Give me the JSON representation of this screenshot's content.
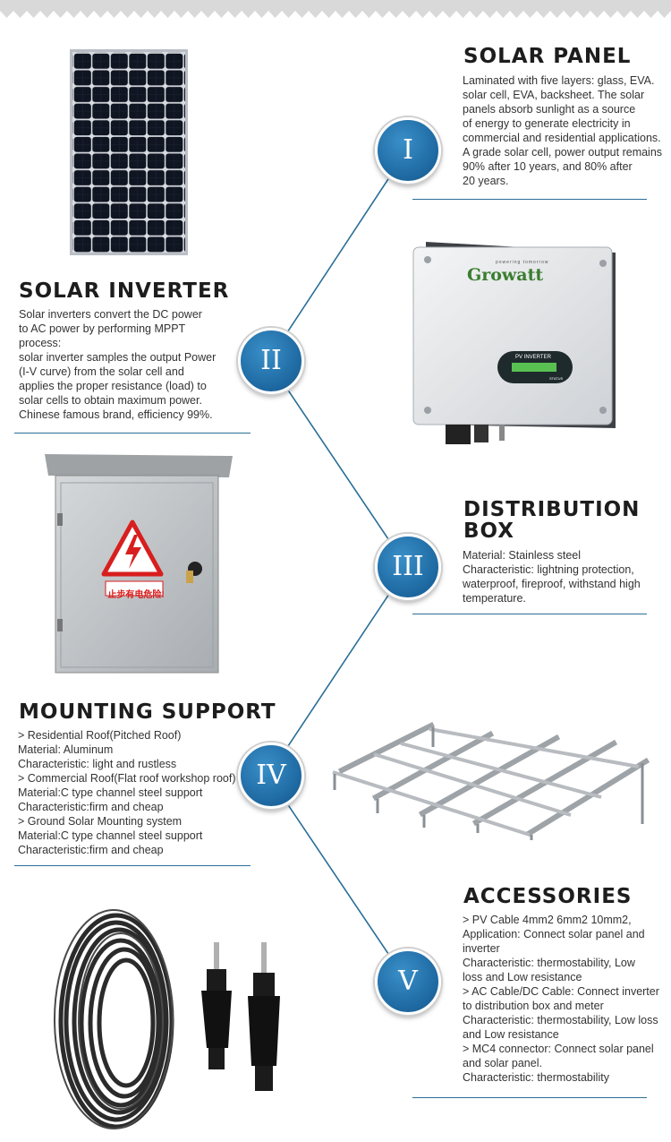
{
  "sections": {
    "solar_panel": {
      "title": "SOLAR PANEL",
      "lines": [
        "Laminated with five layers: glass, EVA.",
        "solar cell, EVA, backsheet. The solar",
        "panels absorb sunlight as a source",
        "of energy to generate electricity in",
        "commercial and residential applications.",
        "A grade solar cell, power output remains",
        "90% after 10 years, and 80% after",
        "20 years."
      ],
      "numeral": "I"
    },
    "solar_inverter": {
      "title": "SOLAR INVERTER",
      "lines": [
        "Solar inverters convert the DC power",
        "to AC power by performing MPPT",
        "process:",
        "solar inverter samples the output Power",
        "(I-V curve) from the solar cell and",
        "applies the proper resistance (load) to",
        "solar cells to obtain maximum power.",
        "Chinese famous brand, efficiency 99%."
      ],
      "numeral": "II",
      "brand": "Growatt",
      "brand_tagline": "powering tomorrow",
      "display_label": "PV INVERTER",
      "status_label": "STATUS"
    },
    "distribution_box": {
      "title_line1": "DISTRIBUTION",
      "title_line2": "BOX",
      "lines": [
        "Material: Stainless steel",
        "Characteristic: lightning protection,",
        "waterproof, fireproof, withstand high",
        "temperature."
      ],
      "numeral": "III",
      "warning_text": "止步有电危险!"
    },
    "mounting_support": {
      "title": "MOUNTING SUPPORT",
      "lines": [
        "> Residential Roof(Pitched Roof)",
        "Material: Aluminum",
        "Characteristic: light and rustless",
        "> Commercial Roof(Flat roof workshop roof)",
        "Material:C type channel steel support",
        "Characteristic:firm and cheap",
        "> Ground Solar Mounting system",
        "Material:C type channel steel support",
        "Characteristic:firm and cheap"
      ],
      "numeral": "IV"
    },
    "accessories": {
      "title": "ACCESSORIES",
      "lines": [
        "> PV Cable 4mm2 6mm2 10mm2,",
        "Application: Connect solar panel and",
        "inverter",
        "Characteristic: thermostability, Low",
        "loss and Low resistance",
        "> AC Cable/DC Cable: Connect inverter",
        "to distribution box and meter",
        "Characteristic: thermostability, Low loss",
        "and Low resistance",
        "> MC4 connector: Connect solar panel",
        "and solar panel.",
        "Characteristic: thermostability"
      ],
      "numeral": "V"
    }
  },
  "colors": {
    "accent_blue": "#1f6aa3",
    "rule_blue": "#2a6e98",
    "warning_red": "#d81e1e"
  }
}
